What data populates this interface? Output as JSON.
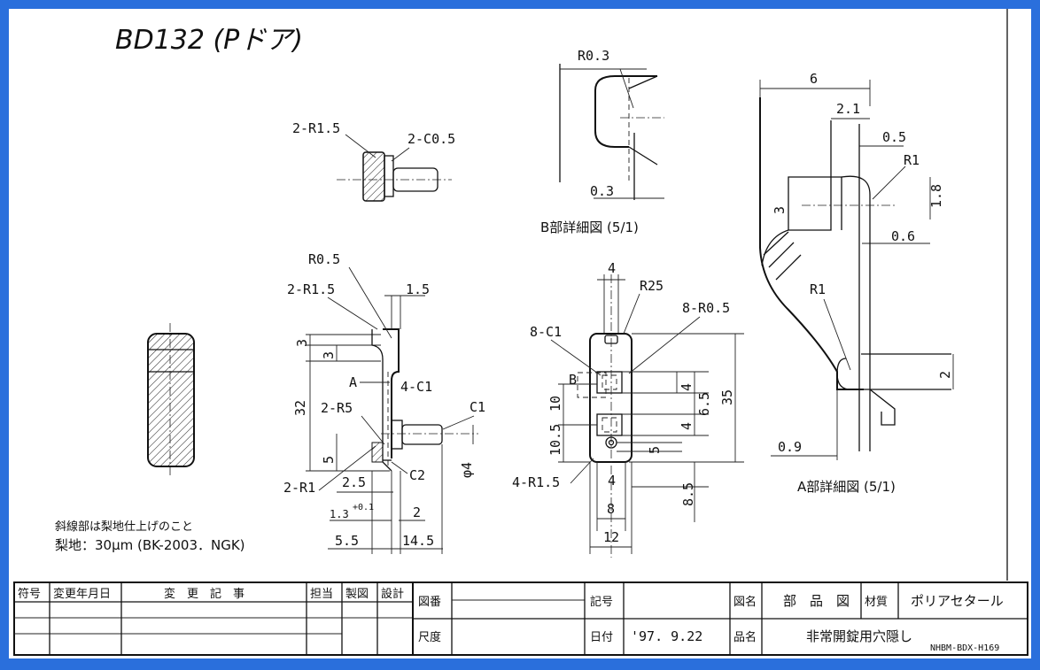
{
  "handwritten_title": "BD132 (Pドア)",
  "views": {
    "top_view": {
      "r_callout": "2-R1.5",
      "c_callout": "2-C0.5"
    },
    "detail_b": {
      "r": "R0.3",
      "width": "0.3",
      "caption": "B部詳細図 (5/1)"
    },
    "detail_a": {
      "width_6": "6",
      "width_2_1": "2.1",
      "dim_0_5": "0.5",
      "r_top": "R1",
      "dim_1_8": "1.8",
      "dim_3": "3",
      "dim_0_6": "0.6",
      "r_mid": "R1",
      "dim_2": "2",
      "dim_0_9": "0.9",
      "caption": "A部詳細図 (5/1)"
    },
    "side_view": {
      "r05": "R0.5",
      "r15": "2-R1.5",
      "w15": "1.5",
      "d3a": "3",
      "d3b": "3",
      "label_a": "A",
      "c1_4": "4-C1",
      "d32": "32",
      "r5": "2-R5",
      "c1": "C1",
      "d5": "5",
      "c2": "C2",
      "phi4": "φ4",
      "r1": "2-R1",
      "d25": "2.5",
      "tol": "1.3",
      "tol_sup": "+0.1",
      "d2": "2",
      "d55": "5.5",
      "d145": "14.5"
    },
    "front_view": {
      "d4_top": "4",
      "r25": "R25",
      "r05_8": "8-R0.5",
      "c1_8": "8-C1",
      "label_b": "B",
      "d4a": "4",
      "d65": "6.5",
      "d35": "35",
      "d10": "10",
      "d4b": "4",
      "d105": "10.5",
      "d5": "5",
      "r15_4": "4-R1.5",
      "d4c": "4",
      "d85": "8.5",
      "d8": "8",
      "d12": "12"
    }
  },
  "notes": {
    "line1": "斜線部は梨地仕上げのこと",
    "line2": "梨地：30μm (BK-2003．NGK)"
  },
  "title_block": {
    "rev_headers": [
      "符号",
      "変更年月日",
      "変　更　記　事",
      "担当",
      "製図",
      "設計"
    ],
    "zuban_label": "図番",
    "shakudo_label": "尺度",
    "kigo_label": "記号",
    "hizuke_label": "日付",
    "date_value": "'97. 9.22",
    "zumei_label": "図名",
    "zumei_value": "部　品　図",
    "zaishitsu_label": "材質",
    "zaishitsu_value": "ポリアセタール",
    "hinmei_label": "品名",
    "hinmei_value": "非常開錠用穴隠し",
    "drawing_no": "NHBM-BDX-H169"
  }
}
